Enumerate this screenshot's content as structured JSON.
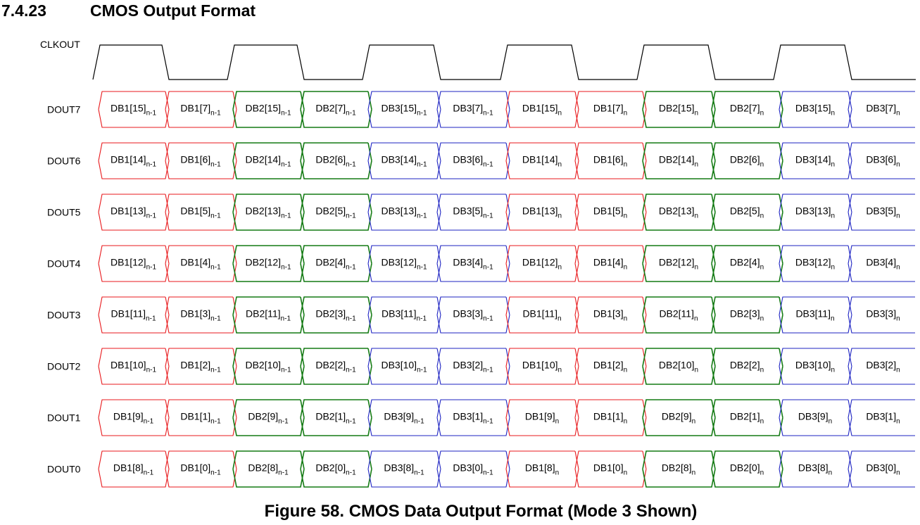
{
  "section": {
    "number": "7.4.23",
    "title": "CMOS Output Format"
  },
  "caption": "Figure 58.  CMOS Data Output Format (Mode 3 Shown)",
  "clock": {
    "label": "CLKOUT"
  },
  "colors": {
    "DB1": "#e8191c",
    "DB2": "#137a13",
    "DB3": "#1d23c2",
    "clock": "#000000"
  },
  "signals": [
    {
      "label": "DOUT7",
      "high": 15,
      "low": 7
    },
    {
      "label": "DOUT6",
      "high": 14,
      "low": 6
    },
    {
      "label": "DOUT5",
      "high": 13,
      "low": 5
    },
    {
      "label": "DOUT4",
      "high": 12,
      "low": 4
    },
    {
      "label": "DOUT3",
      "high": 11,
      "low": 3
    },
    {
      "label": "DOUT2",
      "high": 10,
      "low": 2
    },
    {
      "label": "DOUT1",
      "high": 9,
      "low": 1
    },
    {
      "label": "DOUT0",
      "high": 8,
      "low": 0
    }
  ],
  "slots": [
    {
      "bus": "DB1",
      "half": "high",
      "sub": "n-1"
    },
    {
      "bus": "DB1",
      "half": "low",
      "sub": "n-1"
    },
    {
      "bus": "DB2",
      "half": "high",
      "sub": "n-1"
    },
    {
      "bus": "DB2",
      "half": "low",
      "sub": "n-1"
    },
    {
      "bus": "DB3",
      "half": "high",
      "sub": "n-1"
    },
    {
      "bus": "DB3",
      "half": "low",
      "sub": "n-1"
    },
    {
      "bus": "DB1",
      "half": "high",
      "sub": "n"
    },
    {
      "bus": "DB1",
      "half": "low",
      "sub": "n"
    },
    {
      "bus": "DB2",
      "half": "high",
      "sub": "n"
    },
    {
      "bus": "DB2",
      "half": "low",
      "sub": "n"
    },
    {
      "bus": "DB3",
      "half": "high",
      "sub": "n"
    },
    {
      "bus": "DB3",
      "half": "low",
      "sub": "n"
    }
  ]
}
